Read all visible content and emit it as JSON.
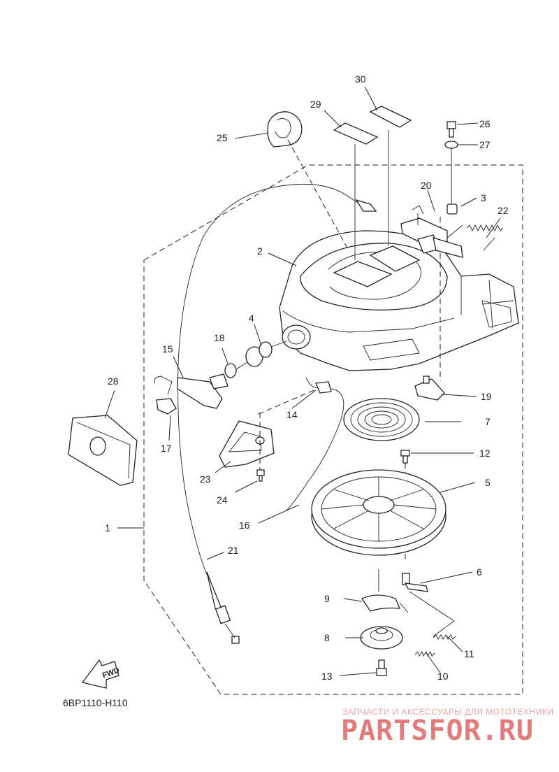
{
  "diagram": {
    "code": "6BP1110-H110",
    "fwd_label": "FWD",
    "callouts": [
      "1",
      "2",
      "3",
      "4",
      "5",
      "6",
      "7",
      "8",
      "9",
      "10",
      "11",
      "12",
      "13",
      "14",
      "15",
      "16",
      "17",
      "18",
      "19",
      "20",
      "21",
      "22",
      "23",
      "24",
      "25",
      "26",
      "27",
      "28",
      "29",
      "30"
    ]
  },
  "watermark": {
    "tagline": "ЗАПЧАСТИ И АКСЕССУАРЫ ДЛЯ МОТОТЕХНИКИ",
    "brand": "PARTSFOR.RU"
  }
}
